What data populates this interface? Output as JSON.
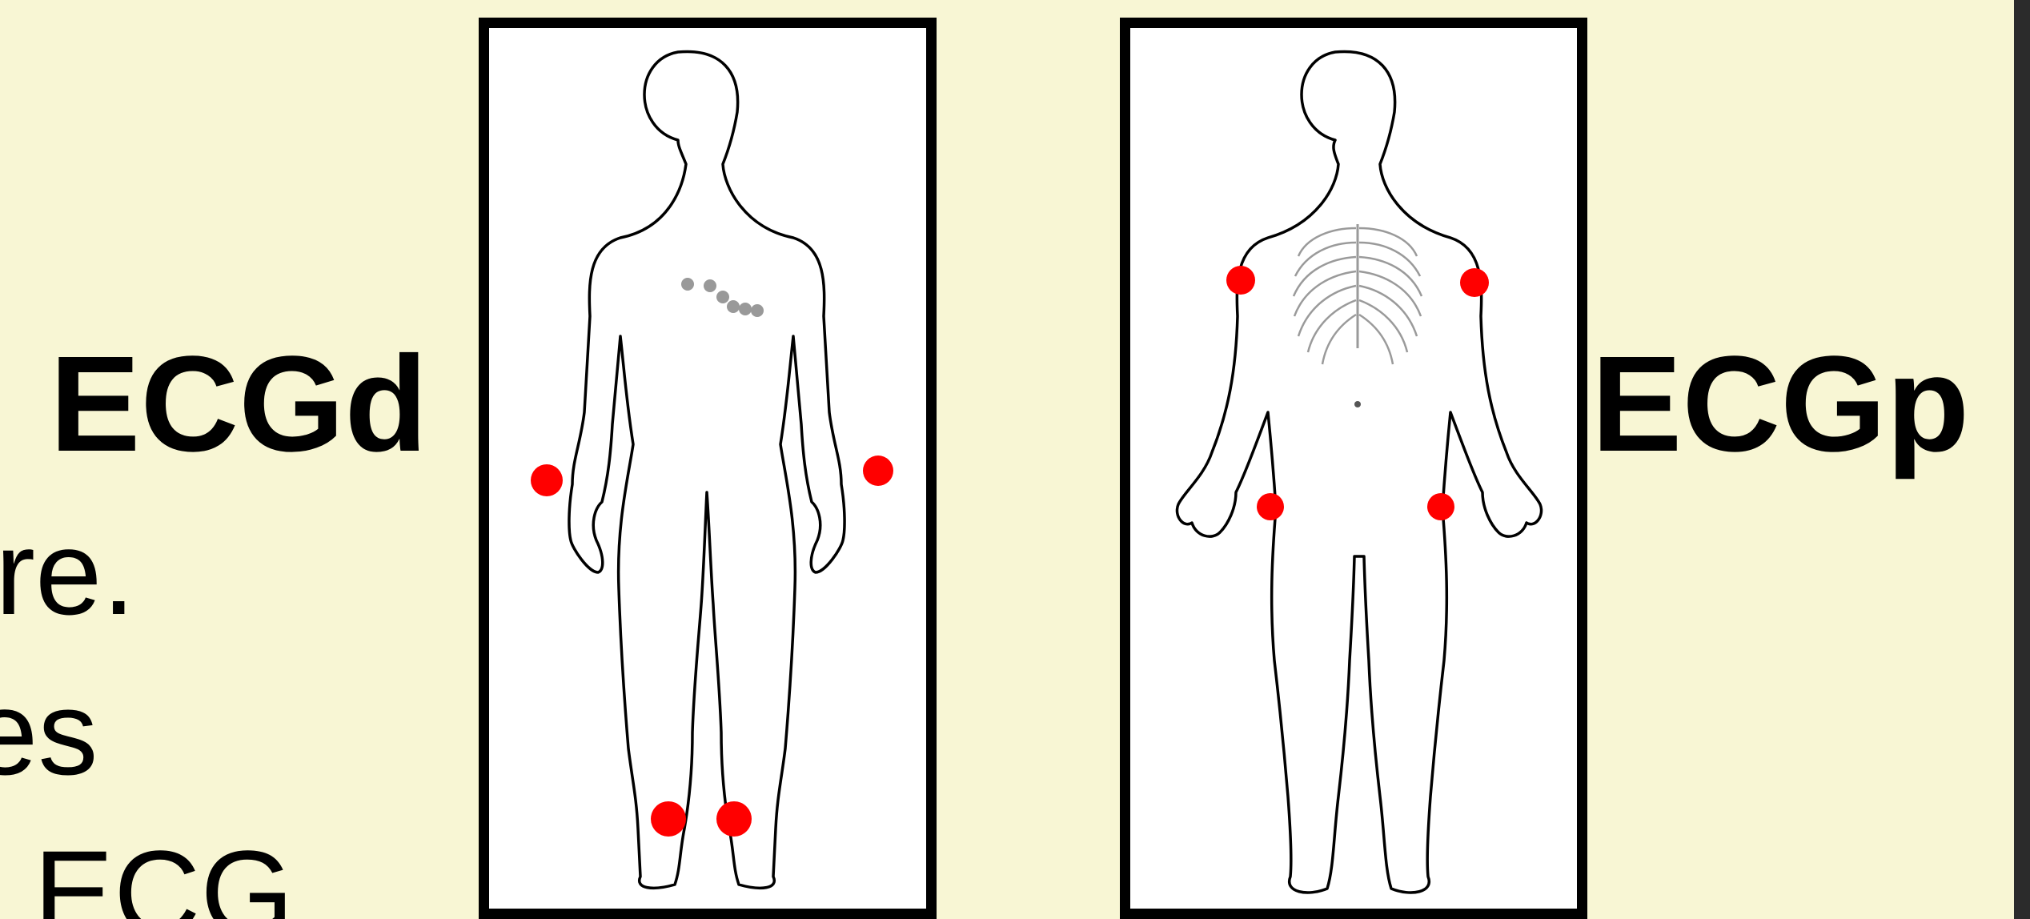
{
  "labels": {
    "ecgd": "ECGd",
    "ecgp": "ECGp"
  },
  "text_fragments": [
    "re.",
    "es",
    "ECG"
  ],
  "figures": {
    "left": {
      "electrodes": [
        "right-wrist",
        "left-wrist",
        "right-ankle",
        "left-ankle"
      ],
      "chest_leads": 6
    },
    "right": {
      "electrodes": [
        "right-shoulder",
        "left-shoulder",
        "right-hip",
        "left-hip"
      ]
    }
  },
  "colors": {
    "background": "#f8f6d4",
    "electrode": "#ff0000",
    "chest_lead": "#999999",
    "outline": "#000000"
  }
}
